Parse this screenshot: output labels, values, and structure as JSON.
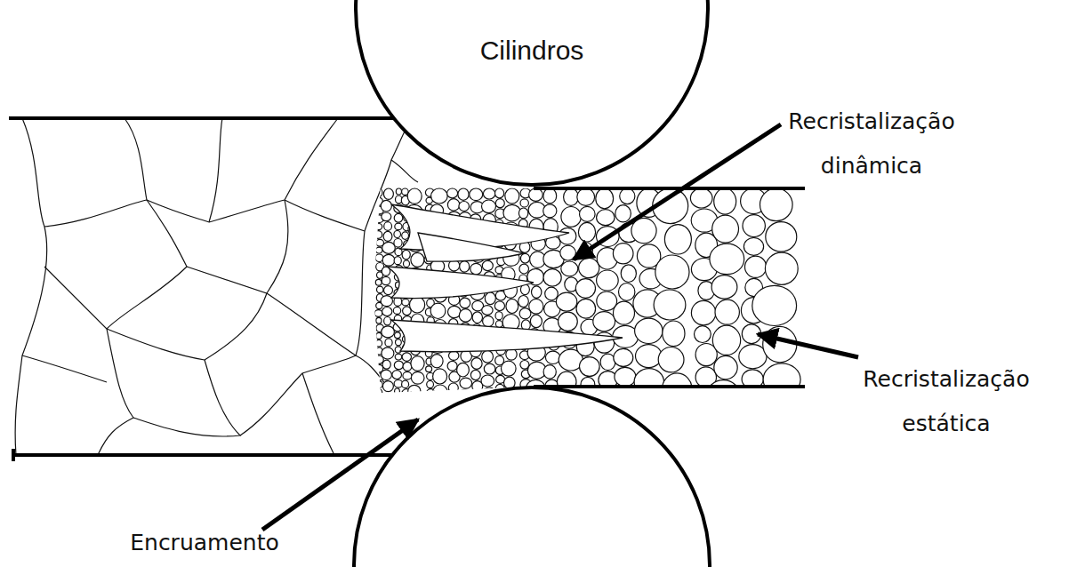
{
  "diagram": {
    "nodes": [
      {
        "text": [
          "Cilindros"
        ]
      }
    ],
    "labels": [
      "Recristalização dinâmica",
      "Recristalização estática",
      "Encruamento"
    ]
  }
}
